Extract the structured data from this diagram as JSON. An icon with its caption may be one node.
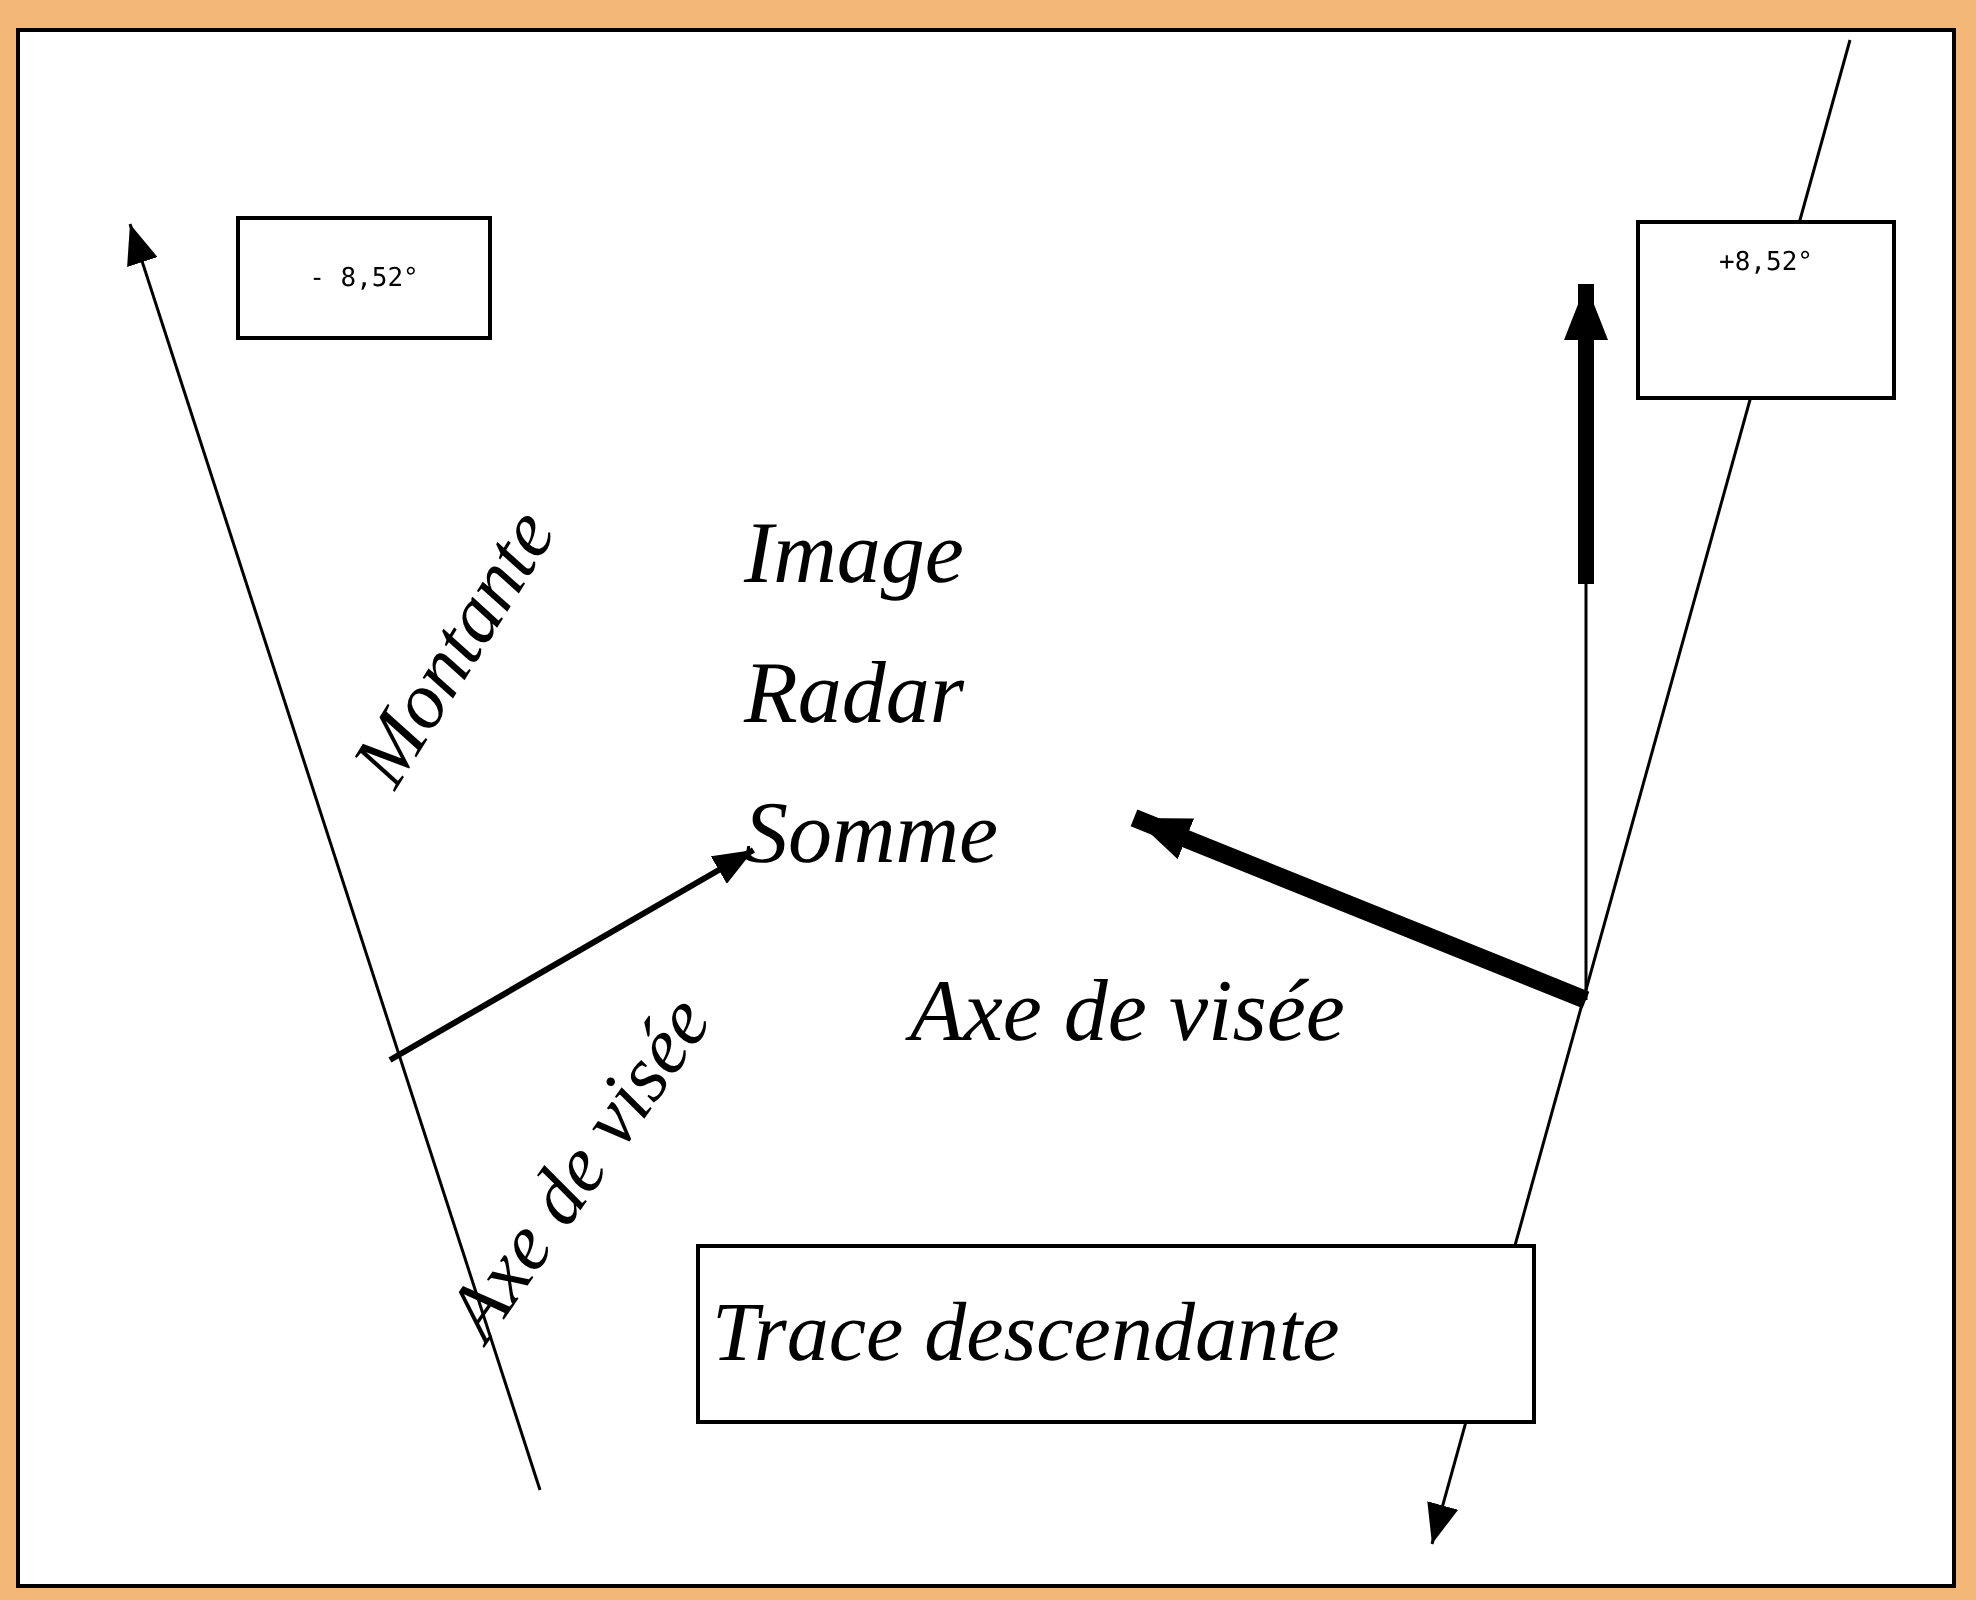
{
  "diagram": {
    "nodes": [
      {
        "text": [
          "- 8,52°"
        ]
      },
      {
        "text": [
          "+8,52°"
        ]
      },
      {
        "text": [
          "Image Radar Somme"
        ]
      },
      {
        "text": [
          "Trace descendante"
        ]
      }
    ],
    "edges": [
      {
        "from": null,
        "to": 2,
        "arrow": "to"
      },
      {
        "from": null,
        "to": 2,
        "arrow": "to",
        "style": "thick"
      }
    ],
    "labels": [
      "Montante",
      "Axe de visée",
      "Axe de visée"
    ]
  }
}
